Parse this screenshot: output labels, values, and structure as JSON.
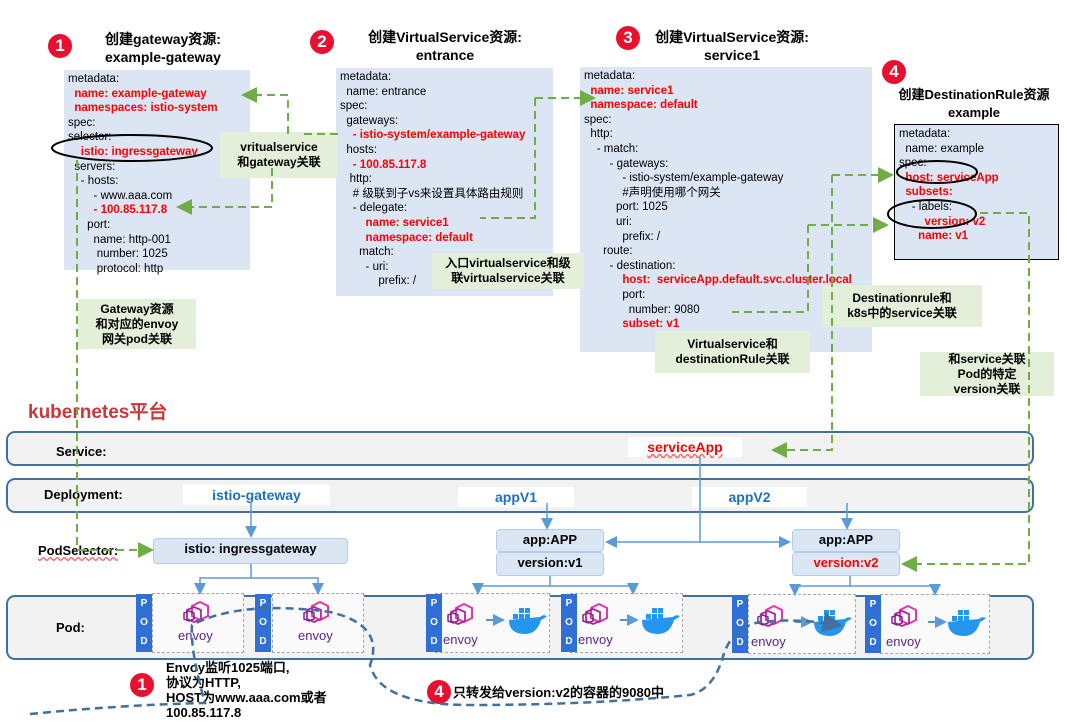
{
  "steps": {
    "s1": {
      "badge": "1",
      "title_l1": "创建gateway资源:",
      "title_l2": "example-gateway"
    },
    "s2": {
      "badge": "2",
      "title_l1": "创建VirtualService资源:",
      "title_l2": "entrance"
    },
    "s3": {
      "badge": "3",
      "title_l1": "创建VirtualService资源:",
      "title_l2": "service1"
    },
    "s4": {
      "badge": "4",
      "title_l1": "创建DestinationRule资源",
      "title_l2": "example"
    }
  },
  "yaml_gateway": [
    {
      "text": "metadata:",
      "red": false
    },
    {
      "text": "  name: example-gateway",
      "red": true
    },
    {
      "text": "  namespaces: istio-system",
      "red": true
    },
    {
      "text": "spec:",
      "red": false
    },
    {
      "text": "selector:",
      "red": false
    },
    {
      "text": "    istio: ingressgateway",
      "red": true
    },
    {
      "text": "  servers:",
      "red": false
    },
    {
      "text": "    - hosts:",
      "red": false
    },
    {
      "text": "        - www.aaa.com",
      "red": false
    },
    {
      "text": "        - 100.85.117.8",
      "red": true
    },
    {
      "text": "      port:",
      "red": false
    },
    {
      "text": "        name: http-001",
      "red": false
    },
    {
      "text": "         number: 1025",
      "red": false
    },
    {
      "text": "         protocol: http",
      "red": false
    }
  ],
  "yaml_entrance": [
    {
      "text": "metadata:",
      "red": false
    },
    {
      "text": "  name: entrance",
      "red": false
    },
    {
      "text": "spec:",
      "red": false
    },
    {
      "text": "  gateways:",
      "red": false
    },
    {
      "text": "    - istio-system/example-gateway",
      "red": true
    },
    {
      "text": "  hosts:",
      "red": false
    },
    {
      "text": "    - 100.85.117.8",
      "red": true
    },
    {
      "text": "   http:",
      "red": false
    },
    {
      "text": "    # 级联到子vs来设置具体路由规则",
      "red": false
    },
    {
      "text": "    - delegate:",
      "red": false
    },
    {
      "text": "        name: service1",
      "red": true
    },
    {
      "text": "        namespace: default",
      "red": true
    },
    {
      "text": "      match:",
      "red": false
    },
    {
      "text": "        - uri:",
      "red": false
    },
    {
      "text": "            prefix: /",
      "red": false
    }
  ],
  "yaml_service1": [
    {
      "text": "metadata:",
      "red": false
    },
    {
      "text": "  name: service1",
      "red": true
    },
    {
      "text": "  namespace: default",
      "red": true
    },
    {
      "text": "spec:",
      "red": false
    },
    {
      "text": "  http:",
      "red": false
    },
    {
      "text": "    - match:",
      "red": false
    },
    {
      "text": "        - gateways:",
      "red": false
    },
    {
      "text": "            - istio-system/example-gateway",
      "red": false
    },
    {
      "text": "            #声明使用哪个网关",
      "red": false
    },
    {
      "text": "          port: 1025",
      "red": false
    },
    {
      "text": "          uri:",
      "red": false
    },
    {
      "text": "            prefix: /",
      "red": false
    },
    {
      "text": "      route:",
      "red": false
    },
    {
      "text": "        - destination:",
      "red": false
    },
    {
      "text": "            host:  serviceApp.default.svc.cluster.local",
      "red": true
    },
    {
      "text": "            port:",
      "red": false
    },
    {
      "text": "              number: 9080",
      "red": false
    },
    {
      "text": "            subset: v1",
      "red": true
    }
  ],
  "yaml_destrule": [
    {
      "text": "metadata:",
      "red": false
    },
    {
      "text": "  name: example",
      "red": false
    },
    {
      "text": "spec:",
      "red": false
    },
    {
      "text": "  host: serviceApp",
      "red": true
    },
    {
      "text": "  subsets:",
      "red": true
    },
    {
      "text": "    - labels:",
      "red": false
    },
    {
      "text": "        version: v2",
      "red": true
    },
    {
      "text": "      name: v1",
      "red": true
    }
  ],
  "notes": {
    "vs_gateway": [
      "vritualservice",
      "和gateway关联"
    ],
    "vs_cascade": [
      "入口virtualservice和级",
      "联virtualservice关联"
    ],
    "gateway_pod": [
      "Gateway资源",
      "和对应的envoy",
      "网关pod关联"
    ],
    "dr_service": [
      "Destinationrule和",
      "k8s中的service关联"
    ],
    "vs_dr": [
      "Virtualservice和",
      "destinationRule关联"
    ],
    "pod_version": [
      "和service关联",
      "Pod的特定",
      "version关联"
    ]
  },
  "k8s": {
    "title": "kubernetes平台",
    "service_label": "Service:",
    "deployment_label": "Deployment:",
    "podselector_label": "PodSelector:",
    "pod_label": "Pod:",
    "service_name": "serviceApp",
    "deploy_gateway": "istio-gateway",
    "deploy_v1": "appV1",
    "deploy_v2": "appV2",
    "selector_gateway": "istio: ingressgateway",
    "v1_app": "app:APP",
    "v1_version": "version:v1",
    "v2_app": "app:APP",
    "v2_version": "version:v2",
    "pod_tag": [
      "P",
      "O",
      "D"
    ],
    "envoy_word": "envoy"
  },
  "bottom": {
    "step1_badge": "1",
    "step1_lines": [
      "Envoy监听1025端口,",
      "协议为HTTP,",
      "HOST为www.aaa.com或者",
      "100.85.117.8"
    ],
    "step4_badge": "4",
    "step4_text": "只转发给version:v2的容器的9080中"
  },
  "colors": {
    "badge": "#e8102e",
    "yaml_bg": "#dbe5f3",
    "note_bg": "#e3efd9",
    "highlight_red": "#ff0000",
    "k8s_blue": "#1f6fc0",
    "band_border": "#41719c",
    "dashed_green": "#70ad47",
    "flow_dashed": "#41719c"
  }
}
